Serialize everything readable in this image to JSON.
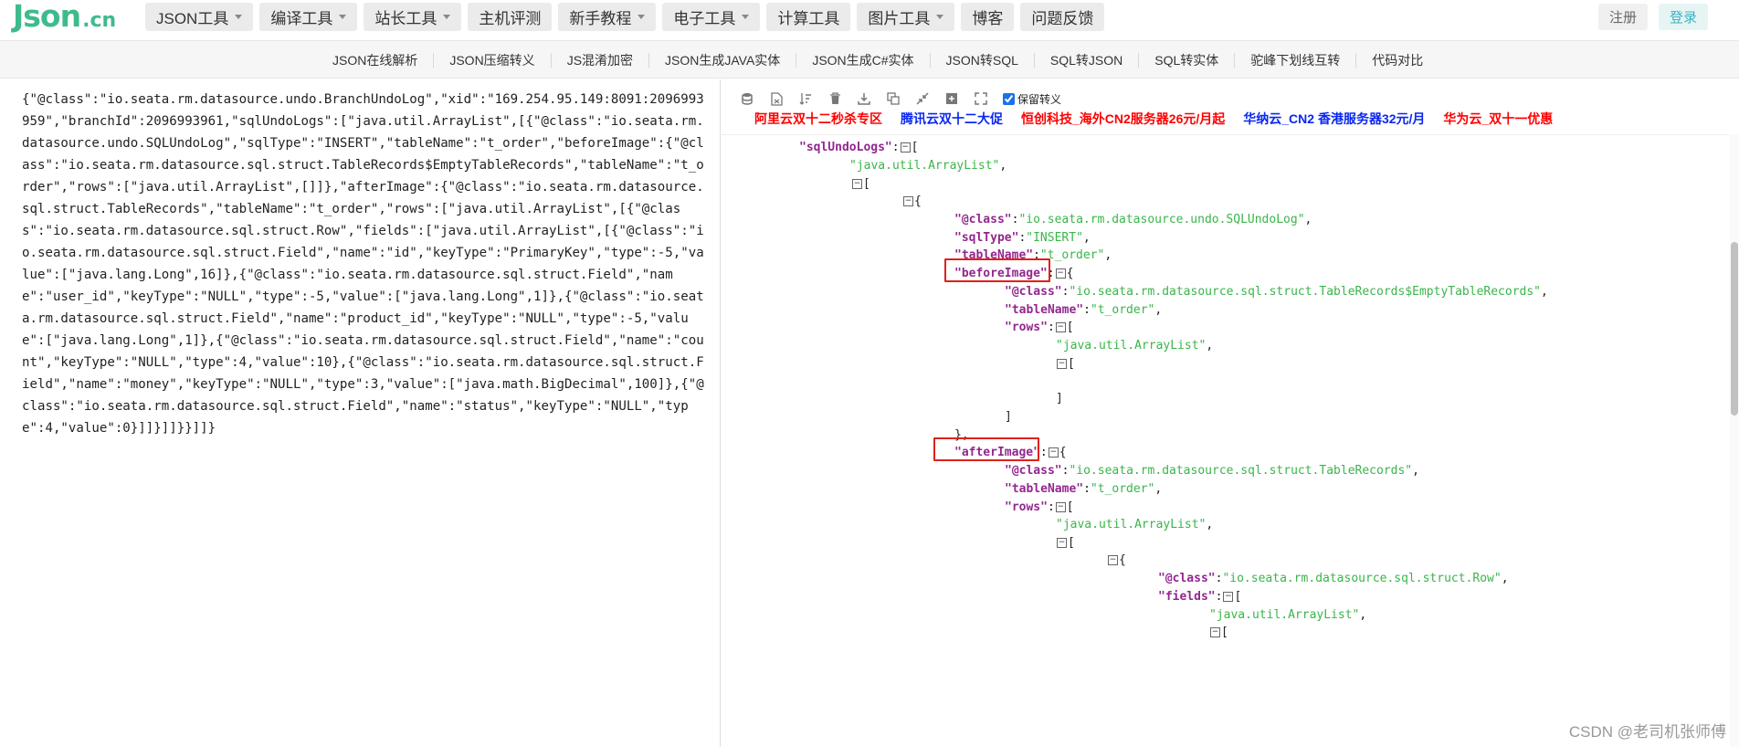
{
  "logo": {
    "main": "Json",
    "tld": ".cn"
  },
  "nav": [
    {
      "label": "JSON工具",
      "dropdown": true
    },
    {
      "label": "编译工具",
      "dropdown": true
    },
    {
      "label": "站长工具",
      "dropdown": true
    },
    {
      "label": "主机评测",
      "dropdown": false
    },
    {
      "label": "新手教程",
      "dropdown": true
    },
    {
      "label": "电子工具",
      "dropdown": true
    },
    {
      "label": "计算工具",
      "dropdown": false
    },
    {
      "label": "图片工具",
      "dropdown": true
    },
    {
      "label": "博客",
      "dropdown": false
    },
    {
      "label": "问题反馈",
      "dropdown": false
    }
  ],
  "auth": {
    "register": "注册",
    "login": "登录"
  },
  "subnav": [
    "JSON在线解析",
    "JSON压缩转义",
    "JS混淆加密",
    "JSON生成JAVA实体",
    "JSON生成C#实体",
    "JSON转SQL",
    "SQL转JSON",
    "SQL转实体",
    "驼峰下划线互转",
    "代码对比"
  ],
  "raw_json": "{\"@class\":\"io.seata.rm.datasource.undo.BranchUndoLog\",\"xid\":\"169.254.95.149:8091:2096993959\",\"branchId\":2096993961,\"sqlUndoLogs\":[\"java.util.ArrayList\",[{\"@class\":\"io.seata.rm.datasource.undo.SQLUndoLog\",\"sqlType\":\"INSERT\",\"tableName\":\"t_order\",\"beforeImage\":{\"@class\":\"io.seata.rm.datasource.sql.struct.TableRecords$EmptyTableRecords\",\"tableName\":\"t_order\",\"rows\":[\"java.util.ArrayList\",[]]},\"afterImage\":{\"@class\":\"io.seata.rm.datasource.sql.struct.TableRecords\",\"tableName\":\"t_order\",\"rows\":[\"java.util.ArrayList\",[{\"@class\":\"io.seata.rm.datasource.sql.struct.Row\",\"fields\":[\"java.util.ArrayList\",[{\"@class\":\"io.seata.rm.datasource.sql.struct.Field\",\"name\":\"id\",\"keyType\":\"PrimaryKey\",\"type\":-5,\"value\":[\"java.lang.Long\",16]},{\"@class\":\"io.seata.rm.datasource.sql.struct.Field\",\"name\":\"user_id\",\"keyType\":\"NULL\",\"type\":-5,\"value\":[\"java.lang.Long\",1]},{\"@class\":\"io.seata.rm.datasource.sql.struct.Field\",\"name\":\"product_id\",\"keyType\":\"NULL\",\"type\":-5,\"value\":[\"java.lang.Long\",1]},{\"@class\":\"io.seata.rm.datasource.sql.struct.Field\",\"name\":\"count\",\"keyType\":\"NULL\",\"type\":4,\"value\":10},{\"@class\":\"io.seata.rm.datasource.sql.struct.Field\",\"name\":\"money\",\"keyType\":\"NULL\",\"type\":3,\"value\":[\"java.math.BigDecimal\",100]},{\"@class\":\"io.seata.rm.datasource.sql.struct.Field\",\"name\":\"status\",\"keyType\":\"NULL\",\"type\":4,\"value\":0}]]}]]}}]]}",
  "toolbar": {
    "icons": [
      "database-icon",
      "document-icon",
      "sort-icon",
      "trash-icon",
      "download-icon",
      "copy-icon",
      "compress-icon",
      "expand-icon",
      "fullscreen-icon"
    ],
    "keep_escape_label": "保留转义",
    "keep_escape_checked": true
  },
  "ads": [
    {
      "text": "阿里云双十二秒杀专区",
      "color": "#ff0000"
    },
    {
      "text": "腾讯云双十二大促",
      "color": "#0a27f2"
    },
    {
      "text": "恒创科技_海外CN2服务器26元/月起",
      "color": "#ff0000"
    },
    {
      "text": "华纳云_CN2 香港服务器32元/月",
      "color": "#0a27f2"
    },
    {
      "text": "华为云_双十一优惠",
      "color": "#ff0000"
    }
  ],
  "tree": {
    "sqlUndoLogs_key": "\"sqlUndoLogs\"",
    "arraylist": "\"java.util.ArrayList\"",
    "class_key": "\"@class\"",
    "sqlundolog_class": "\"io.seata.rm.datasource.undo.SQLUndoLog\"",
    "sqltype_key": "\"sqlType\"",
    "sqltype_val": "\"INSERT\"",
    "tablename_key": "\"tableName\"",
    "tablename_val": "\"t_order\"",
    "beforeimage_key": "\"beforeImage\"",
    "empty_records_class": "\"io.seata.rm.datasource.sql.struct.TableRecords$EmptyTableRecords\"",
    "rows_key": "\"rows\"",
    "afterimage_key": "\"afterImage\"",
    "records_class": "\"io.seata.rm.datasource.sql.struct.TableRecords\"",
    "row_class": "\"io.seata.rm.datasource.sql.struct.Row\"",
    "fields_key": "\"fields\""
  },
  "highlights": [
    "beforeImage",
    "afterImage"
  ],
  "watermark": "CSDN @老司机张师傅"
}
